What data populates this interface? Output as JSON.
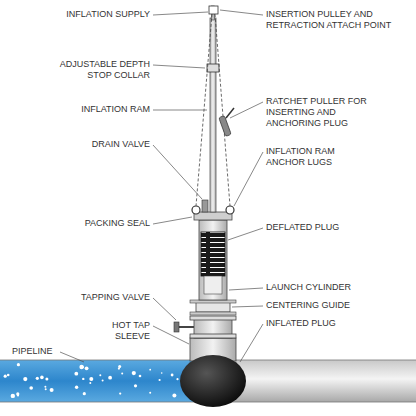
{
  "diagram": {
    "labels": [
      "INFLATION SUPPLY",
      "INSERTION PULLEY AND RETRACTION ATTACH POINT",
      "ADJUSTABLE DEPTH STOP COLLAR",
      "INFLATION RAM",
      "RATCHET PULLER FOR INSERTING AND ANCHORING PLUG",
      "DRAIN VALVE",
      "INFLATION RAM ANCHOR LUGS",
      "PACKING SEAL",
      "DEFLATED PLUG",
      "TAPPING VALVE",
      "LAUNCH CYLINDER",
      "HOT TAP SLEEVE",
      "CENTERING GUIDE",
      "PIPELINE",
      "INFLATED PLUG"
    ]
  }
}
